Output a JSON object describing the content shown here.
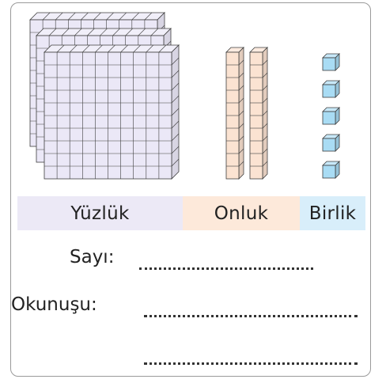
{
  "colors": {
    "hundreds_fill": "#ebe8f7",
    "hundreds_label_bg": "#ece9f6",
    "tens_fill": "#fbe3d2",
    "tens_label_bg": "#fde9da",
    "ones_fill": "#a9dcf4",
    "ones_label_bg": "#d8eefa",
    "grid_line": "#3e3e3e"
  },
  "blocks": {
    "hundreds_count": 3,
    "tens_count": 2,
    "ones_count": 5
  },
  "labels": {
    "hundreds": "Yüzlük",
    "tens": "Onluk",
    "ones": "Birlik"
  },
  "form": {
    "number_label": "Sayı:",
    "reading_label": "Okunuşu:"
  }
}
